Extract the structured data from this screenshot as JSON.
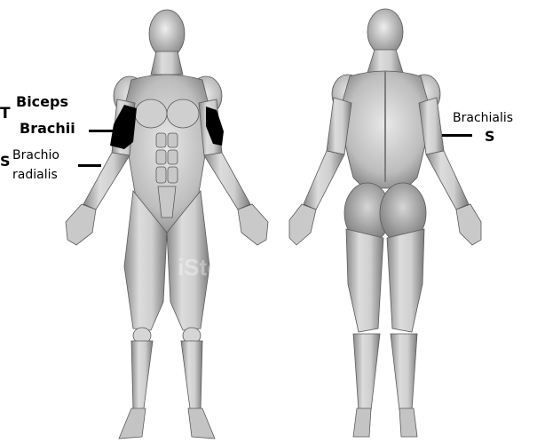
{
  "labels": {
    "t_marker": "T",
    "s_marker_left": "S",
    "biceps_line1": "Biceps",
    "biceps_line2": "Brachii",
    "brachio_line1": "Brachio",
    "brachio_line2": "radialis",
    "brachialis": "Brachialis",
    "s_marker_right": "S"
  },
  "watermark": "iStockphoto",
  "colors": {
    "muscle_light": "#e2e2e2",
    "muscle_mid": "#b4b4b4",
    "muscle_dark": "#7a7a7a",
    "outline": "#5a5a5a",
    "highlight": "#000000"
  }
}
